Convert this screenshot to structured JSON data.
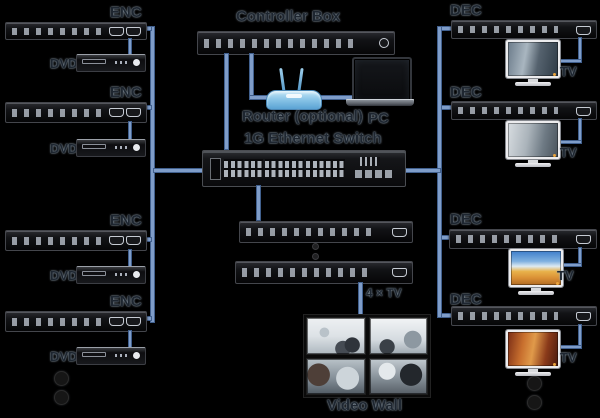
{
  "diagram": {
    "labels": {
      "controller_box": "Controller Box",
      "router": "Router (optional)",
      "pc": "PC",
      "ethernet_switch": "1G Ethernet Switch",
      "four_tv": "4 × TV",
      "video_wall": "Video Wall"
    },
    "encoders": [
      {
        "label": "ENC",
        "source_label": "DVD"
      },
      {
        "label": "ENC",
        "source_label": "DVD"
      },
      {
        "label": "ENC",
        "source_label": "DVD"
      },
      {
        "label": "ENC",
        "source_label": "DVD"
      }
    ],
    "decoders": [
      {
        "label": "DEC",
        "display_label": "TV"
      },
      {
        "label": "DEC",
        "display_label": "TV"
      },
      {
        "label": "DEC",
        "display_label": "TV"
      },
      {
        "label": "DEC",
        "display_label": "TV"
      }
    ],
    "colors": {
      "background": "#000000",
      "connection_line": "#7f9dc9",
      "connection_line_border": "#41608e",
      "label_text": "#1e2630",
      "router_body": "#8cc6e8",
      "tv_power_led": "#eba43c"
    }
  }
}
